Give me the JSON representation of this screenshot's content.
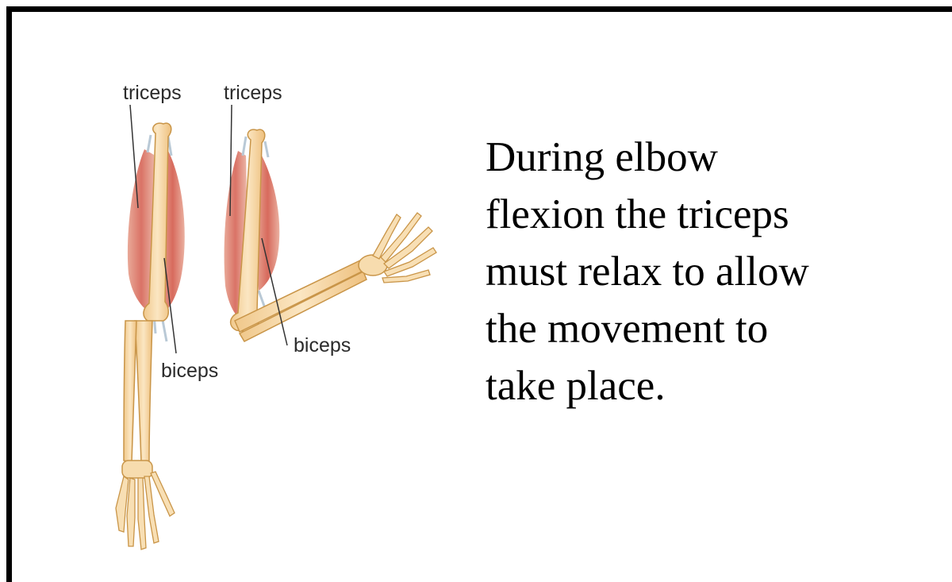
{
  "labels": {
    "triceps_left": "triceps",
    "triceps_right": "triceps",
    "biceps_left": "biceps",
    "biceps_right": "biceps"
  },
  "caption_lines": [
    "During elbow",
    "flexion the triceps",
    "must relax to allow",
    "the movement to",
    "take place."
  ],
  "colors": {
    "bone": "#f6d7a4",
    "bone_outline": "#c99548",
    "muscle": "#d9685a",
    "tendon": "#b9c9d6",
    "frame": "#000000"
  },
  "icons": [
    "extended-arm-illustration",
    "flexed-arm-illustration"
  ]
}
